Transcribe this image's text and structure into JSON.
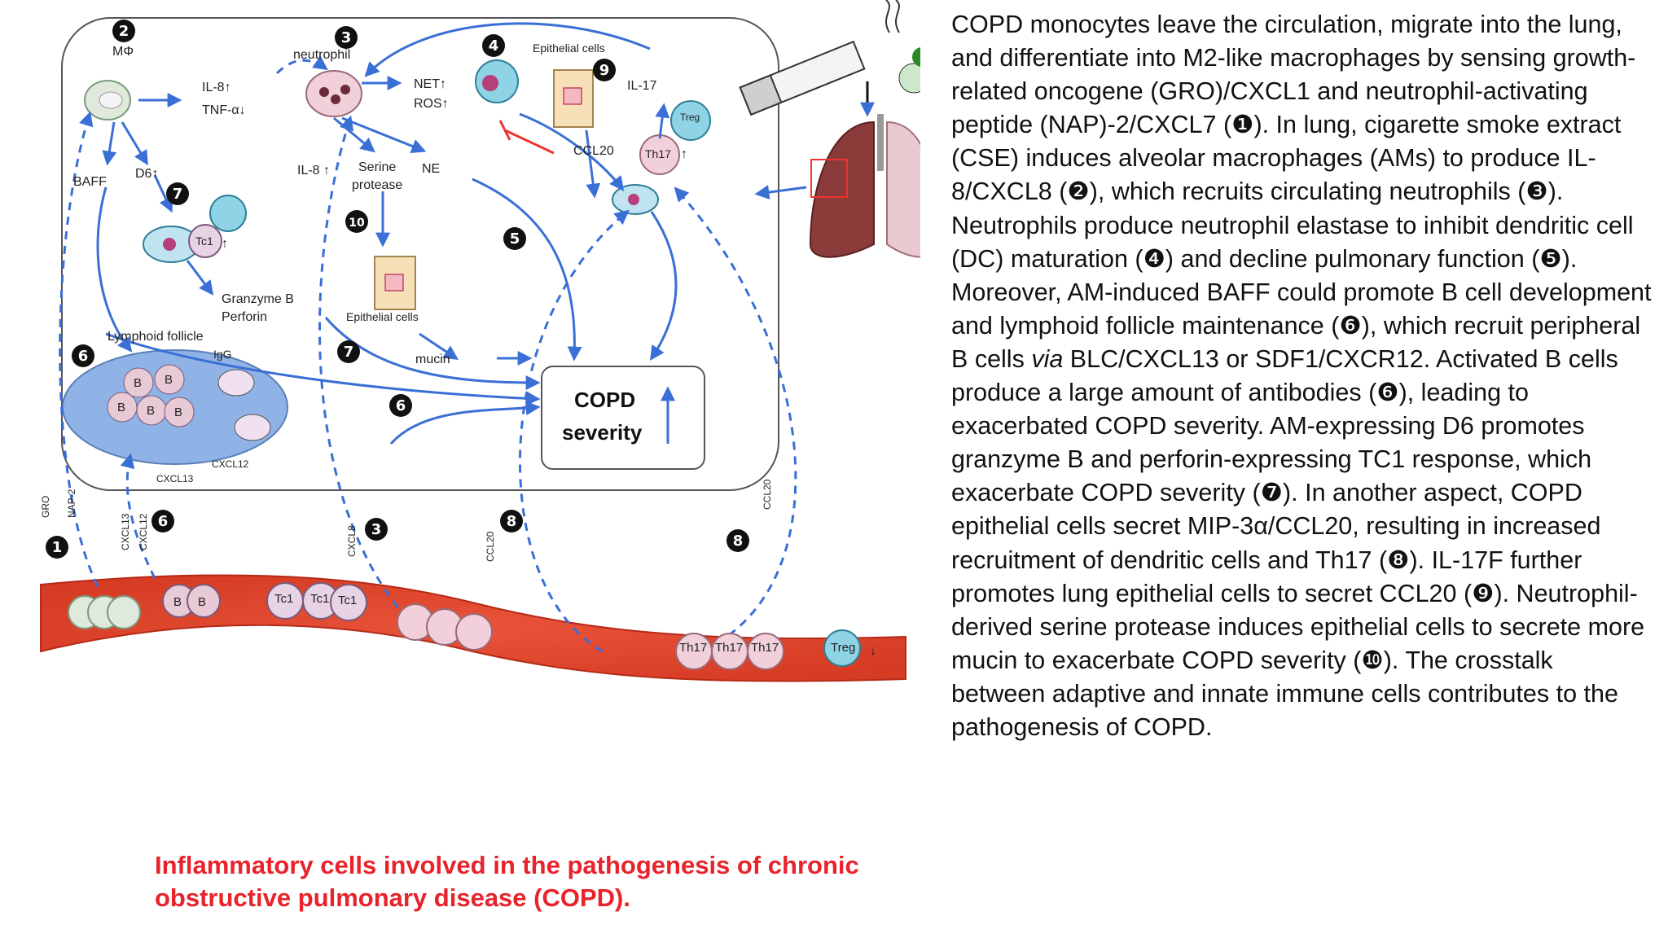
{
  "caption": {
    "line1": "Inflammatory cells involved in the pathogenesis of chronic",
    "line2": "obstructive pulmonary disease (COPD)."
  },
  "description": {
    "p1": "COPD monocytes leave the circulation, migrate into the lung, and differentiate into M2-like macrophages by sensing growth-related oncogene (GRO)/CXCL1 and neutrophil-activating peptide (NAP)-2/CXCL7 (❶). In lung, cigarette smoke extract (CSE) induces alveolar macrophages (AMs) to produce IL-8/CXCL8 (❷), which recruits circulating neutrophils (❸). Neutrophils produce neutrophil elastase to inhibit dendritic cell (DC) maturation (❹) and decline pulmonary function (❺). Moreover, AM-induced BAFF could promote B cell development and lymphoid follicle maintenance (❻), which recruit peripheral B cells ",
    "via": "via",
    "p2": " BLC/CXCL13 or SDF1/CXCR12. Activated B cells produce a large amount of antibodies (❻), leading to exacerbated COPD severity. AM-expressing D6 promotes granzyme B and perforin-expressing TC1 response, which exacerbate COPD severity (❼). In another aspect, COPD epithelial cells secret MIP-3α/CCL20, resulting in increased recruitment of dendritic cells and Th17 (❽). IL-17F further promotes lung epithelial cells to secret CCL20 (❾). Neutrophil-derived serine protease induces epithelial cells to secrete more mucin to exacerbate COPD severity (❿). The crosstalk between adaptive and innate immune cells contributes to the pathogenesis of COPD."
  },
  "diagram": {
    "numbers": [
      "2",
      "3",
      "4",
      "9",
      "7",
      "10",
      "5",
      "6",
      "7",
      "6",
      "1",
      "6",
      "3",
      "8",
      "8"
    ],
    "mphi": "MΦ",
    "neutrophil": "neutrophil",
    "epithelial_top": "Epithelial cells",
    "il8_up": "IL-8↑",
    "tnf_down": "TNF-α↓",
    "net_up": "NET↑",
    "ros_up": "ROS↑",
    "il17": "IL-17",
    "treg": "Treg",
    "treg_down": "↓",
    "ccl20": "CCL20",
    "th17": "Th17",
    "th17_up": "↑",
    "baff": "BAFF",
    "d6_up": "D6↑",
    "il8": "IL-8",
    "il8_arrow": "↑",
    "serine": "Serine",
    "protease": "protease",
    "ne": "NE",
    "tc1": "Tc1",
    "tc1_up": "↑",
    "granzyme": "Granzyme B",
    "perforin": "Perforin",
    "epithelial_mid": "Epithelial cells",
    "mucin": "mucin",
    "lymphoid": "Lymphoid follicle",
    "igg": "IgG",
    "b": "B",
    "cxcl12": "CXCL12",
    "cxcl13": "CXCL13",
    "copd": "COPD",
    "severity": "severity",
    "gro": "GRO",
    "nap2": "NAP-2",
    "cxcl13_v": "CXCL13",
    "cxcl12_v": "CXCL12",
    "cxcl8_v": "CXCL8",
    "ccl20_v1": "CCL20",
    "ccl20_v2": "CCL20",
    "treg_bottom": "Treg",
    "treg_bottom_down": "↓"
  }
}
